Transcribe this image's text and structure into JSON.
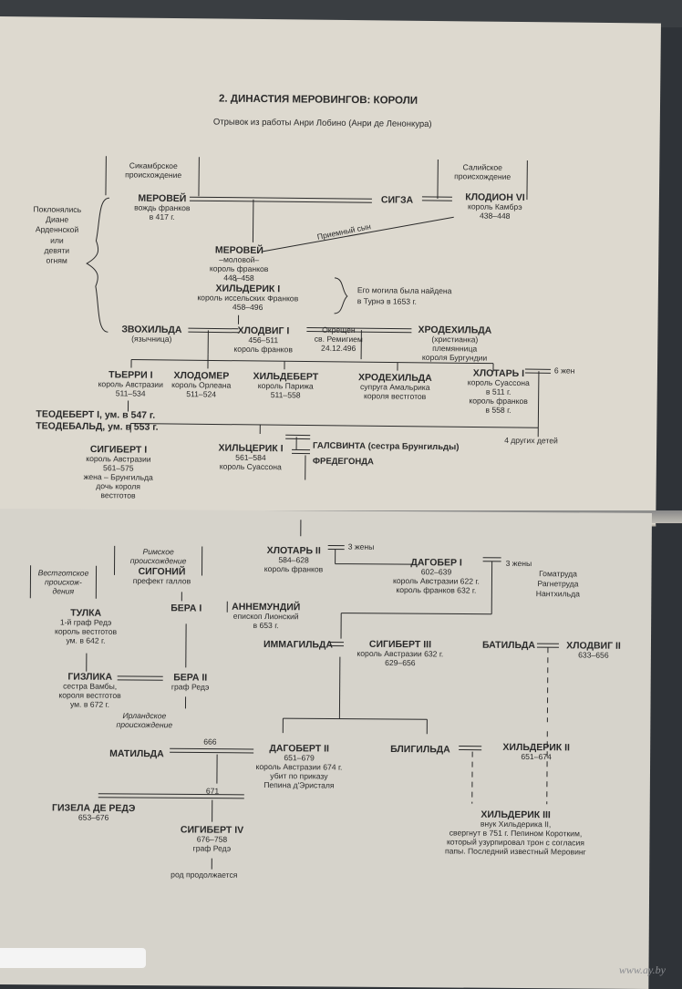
{
  "page1": {
    "title": "2. ДИНАСТИЯ МЕРОВИНГОВ: КОРОЛИ",
    "subtitle": "Отрывок из работы Анри Лобино (Анри де Ленонкура)",
    "origin_sicambrian": [
      "Сикамбрское",
      "происхождение"
    ],
    "origin_salian": [
      "Салийское",
      "происхождение"
    ],
    "worship_note": [
      "Поклонялись",
      "Диане",
      "Арденнской",
      "или",
      "девяти",
      "огням"
    ],
    "adopted_sons": "Приемный сын",
    "merovei1": {
      "name": "МЕРОВЕЙ",
      "l1": "вождь франков",
      "l2": "в 417 г."
    },
    "sigza": "СИГЗА",
    "chlodion": {
      "name": "КЛОДИОН VI",
      "l1": "король Камбрэ",
      "l2": "438–448"
    },
    "merovei2": {
      "name": "МЕРОВЕЙ",
      "l1": "–моловой–",
      "l2": "король франков",
      "l3": "448–458"
    },
    "childeric1": {
      "name": "ХИЛЬДЕРИК I",
      "l1": "король иссельских Франков",
      "l2": "458–496"
    },
    "grave_note": [
      "Его могила была найдена",
      "в Турнэ в 1653 г."
    ],
    "zvohilda": {
      "name": "ЗВОХИЛЬДА",
      "l1": "(язычница)"
    },
    "clovis": {
      "name": "ХЛОДВИГ I",
      "l1": "456–511",
      "l2": "король франков"
    },
    "baptism": [
      "Окрещен",
      "св. Ремигием",
      "24.12.496"
    ],
    "clotilde": {
      "name": "ХРОДЕХИЛЬДА",
      "l1": "(христианка)",
      "l2": "племянница",
      "l3": "короля Бургундии"
    },
    "thierry": {
      "name": "ТЬЕРРИ I",
      "l1": "король Австразии",
      "l2": "511–534"
    },
    "chlodomer": {
      "name": "ХЛОДОМЕР",
      "l1": "король Орлеана",
      "l2": "511–524"
    },
    "childebert": {
      "name": "ХИЛЬДЕБЕРТ",
      "l1": "король Парижа",
      "l2": "511–558"
    },
    "chrodehilda2": {
      "name": "ХРОДЕХИЛЬДА",
      "l1": "супруга Амальрика",
      "l2": "короля вестготов"
    },
    "chlothar1": {
      "name": "ХЛОТАРЬ I",
      "l1": "король Суассона",
      "l2": "в 511 г.",
      "l3": "король франков",
      "l4": "в 558 г."
    },
    "six_wives": "6 жен",
    "theudebert": "ТЕОДЕБЕРТ I, ум. в 547 г.",
    "theudebald": "ТЕОДЕБАЛЬД, ум. в 553 г.",
    "four_children": "4 других детей",
    "sigibert1": {
      "name": "СИГИБЕРТ I",
      "l1": "король Австразии",
      "l2": "561–575",
      "l3": "жена – Брунгильда",
      "l4": "дочь короля",
      "l5": "вестготов"
    },
    "chilperic": {
      "name": "ХИЛЬЦЕРИК I",
      "l1": "561–584",
      "l2": "король Суассона"
    },
    "galswintha": "ГАЛСВИНТА (сестра Брунгильды)",
    "fredegonde": "ФРЕДЕГОНДА"
  },
  "page2": {
    "visigoth_origin": [
      "Вестготское",
      "происхож-",
      "дения"
    ],
    "roman_origin": [
      "Римское",
      "происхождение"
    ],
    "sygonius": {
      "name": "СИГОНИЙ",
      "l1": "префект галлов"
    },
    "chlothar2": {
      "name": "ХЛОТАРЬ II",
      "l1": "584–628",
      "l2": "король франков"
    },
    "three_wives_a": "3 жены",
    "dagobert1": {
      "name": "ДАГОБЕР I",
      "l1": "602–639",
      "l2": "король Австразии 622 г.",
      "l3": "король франков 632 г."
    },
    "three_wives_b": "3 жены",
    "wives_list": [
      "Гоматруда",
      "Рагнетруда",
      "Нантхильда"
    ],
    "tulka": {
      "name": "ТУЛКА",
      "l1": "1-й граф Редэ",
      "l2": "король вестготов",
      "l3": "ум. в 642 г."
    },
    "bera1": "БЕРА I",
    "annemundius": {
      "name": "АННЕМУНДИЙ",
      "l1": "епископ Лионский",
      "l2": "в 653 г."
    },
    "immagilda": "ИММАГИЛЬДА",
    "sigibert3": {
      "name": "СИГИБЕРТ III",
      "l1": "король Австразии 632 г.",
      "l2": "629–656"
    },
    "batilda": "БАТИЛЬДА",
    "clovis2": {
      "name": "ХЛОДВИГ II",
      "l1": "633–656"
    },
    "gizlika": {
      "name": "ГИЗЛИКА",
      "l1": "сестра Вамбы,",
      "l2": "короля вестготов",
      "l3": "ум. в 672 г."
    },
    "bera2": {
      "name": "БЕРА II",
      "l1": "граф Редэ"
    },
    "irish_origin": [
      "Ирландское",
      "происхождение"
    ],
    "year666": "666",
    "matilda": "МАТИЛЬДА",
    "dagobert2": {
      "name": "ДАГОБЕРТ II",
      "l1": "651–679",
      "l2": "король Австразии 674 г.",
      "l3": "убит по приказу",
      "l4": "Пепина д'Эристаля"
    },
    "bligilda": "БЛИГИЛЬДА",
    "childeric2": {
      "name": "ХИЛЬДЕРИК II",
      "l1": "651–674"
    },
    "year671": "671",
    "gisela": {
      "name": "ГИЗЕЛА ДЕ РЕДЭ",
      "l1": "653–676"
    },
    "childeric3": {
      "name": "ХИЛЬДЕРИК III",
      "l1": "внук Хильдерика II,",
      "l2": "свергнут в 751 г. Пепином Коротким,",
      "l3": "который узурпировал трон с согласия",
      "l4": "папы. Последний известный Меровинг"
    },
    "sigibert4": {
      "name": "СИГИБЕРТ IV",
      "l1": "676–758",
      "l2": "граф Редэ"
    },
    "continues": "род продолжается"
  },
  "watermark": "www.ay.by",
  "colors": {
    "paper_upper": "#ddd9cf",
    "paper_lower": "#d6d3cb",
    "ink": "#2a2a2a",
    "background": "#2f3338"
  }
}
